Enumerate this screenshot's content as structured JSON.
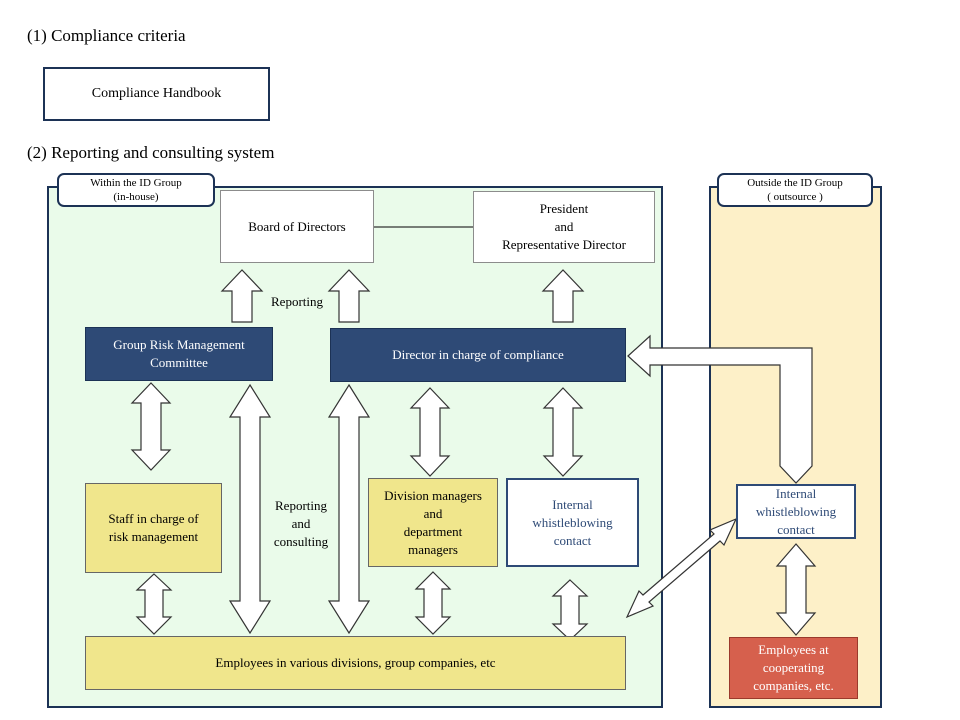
{
  "headings": {
    "criteria": "(1) Compliance criteria",
    "system": "(2) Reporting and consulting system"
  },
  "handbook": "Compliance  Handbook",
  "regions": {
    "inside_tag": [
      "Within the ID Group",
      "(in-house)"
    ],
    "outside_tag": [
      "Outside the ID Group",
      "( outsource )"
    ]
  },
  "nodes": {
    "board": "Board of Directors",
    "president": [
      "President",
      "and",
      "Representative  Director"
    ],
    "risk_committee": [
      "Group Risk Management",
      "Committee"
    ],
    "compliance_director": "Director in charge of compliance",
    "risk_staff": [
      "Staff in charge of",
      "risk management"
    ],
    "division_managers": [
      "Division  managers",
      "and",
      "department",
      "managers"
    ],
    "internal_contact": [
      "Internal",
      "whistleblowing",
      "contact"
    ],
    "external_contact": [
      "Internal",
      "whistleblowing",
      "contact"
    ],
    "employees": "Employees in various divisions,  group companies, etc",
    "coop_employees": [
      "Employees at",
      "cooperating",
      "companies, etc."
    ]
  },
  "labels": {
    "reporting": "Reporting",
    "reporting_consulting": [
      "Reporting",
      "and",
      "consulting"
    ]
  },
  "colors": {
    "inside_fill": "#eafbea",
    "outside_fill": "#fdf0c8",
    "navy": "#2e4a76",
    "yellow": "#f0e68c",
    "red": "#d6604d"
  }
}
